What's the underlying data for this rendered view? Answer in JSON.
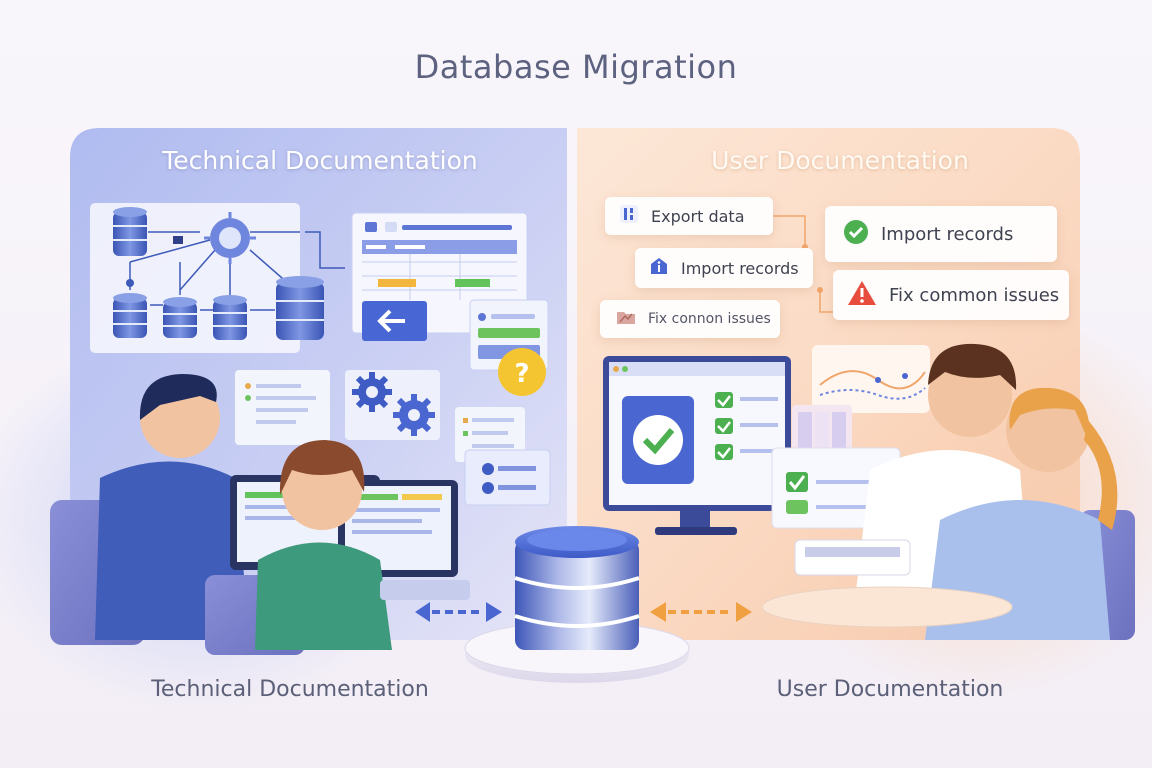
{
  "title": "Database Migration",
  "left_panel": {
    "heading": "Technical Documentation",
    "caption": "Technical Documentation",
    "accent": "#6b7fe6"
  },
  "right_panel": {
    "heading": "User Documentation",
    "caption": "User Documentation",
    "accent": "#f4a36a",
    "cards": {
      "export_data": "Export data",
      "import_records_small": "Import records",
      "fix_issues_small": "Fix connon issues",
      "import_records_large": "Import records",
      "fix_issues_large": "Fix common issues"
    }
  },
  "icons": {
    "export": "grid-icon",
    "import_small": "info-icon",
    "fix_small": "folder-icon",
    "import_large": "check-circle-icon",
    "fix_large": "warning-icon"
  },
  "colors": {
    "check_green": "#4caf50",
    "warning_red": "#e74c3c",
    "help_yellow": "#f5c531",
    "database_blue": "#4e6fd8"
  }
}
